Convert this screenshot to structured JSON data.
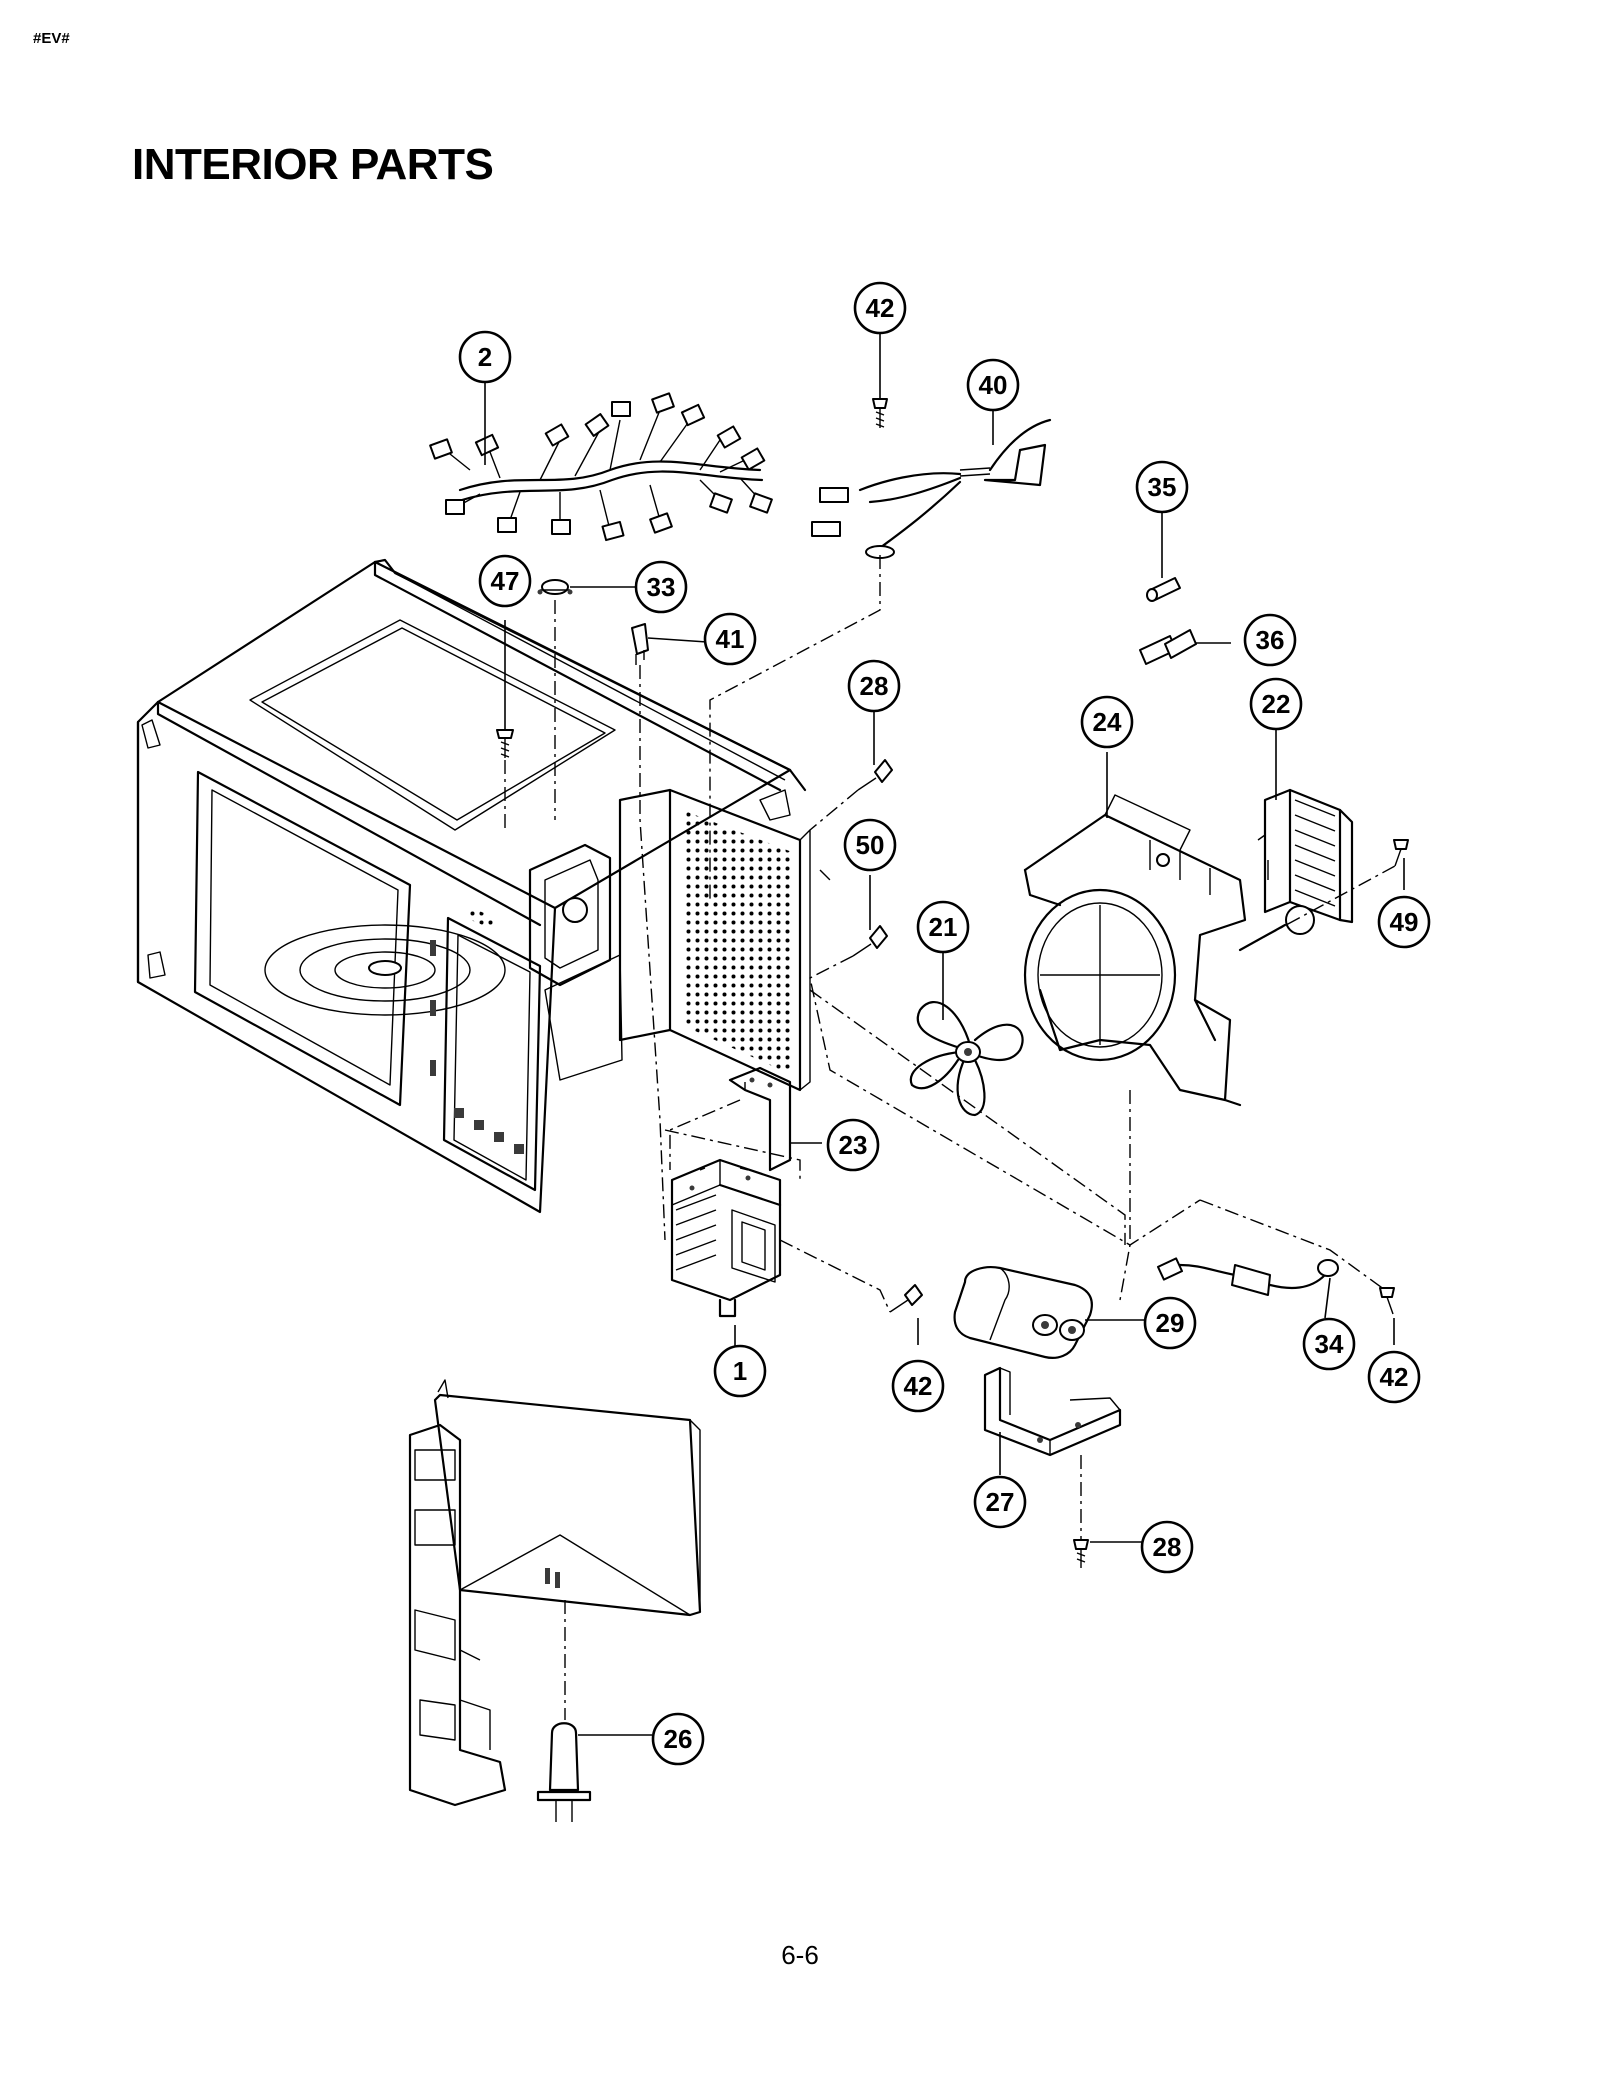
{
  "header": {
    "code": "#EV#"
  },
  "page": {
    "title": "INTERIOR PARTS",
    "page_number": "6-6"
  },
  "callouts": {
    "p1": "1",
    "p2": "2",
    "p21": "21",
    "p22": "22",
    "p23": "23",
    "p24": "24",
    "p26": "26",
    "p27": "27",
    "p28a": "28",
    "p28b": "28",
    "p29": "29",
    "p33": "33",
    "p34": "34",
    "p35": "35",
    "p36": "36",
    "p40": "40",
    "p41": "41",
    "p42a": "42",
    "p42b": "42",
    "p42c": "42",
    "p47": "47",
    "p49": "49",
    "p50": "50"
  }
}
